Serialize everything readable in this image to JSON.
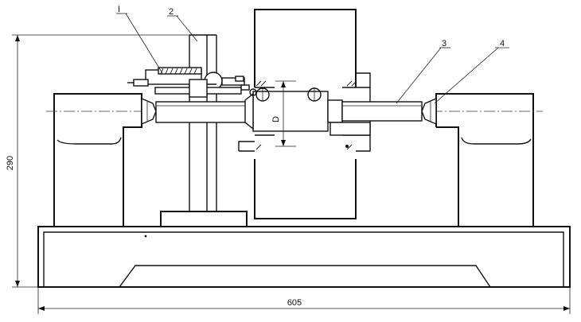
{
  "labels": {
    "indicator": "I",
    "stand": "2",
    "mandrel": "3",
    "center": "4"
  },
  "dimensions": {
    "height": "290",
    "width": "605",
    "diameter": "D"
  }
}
